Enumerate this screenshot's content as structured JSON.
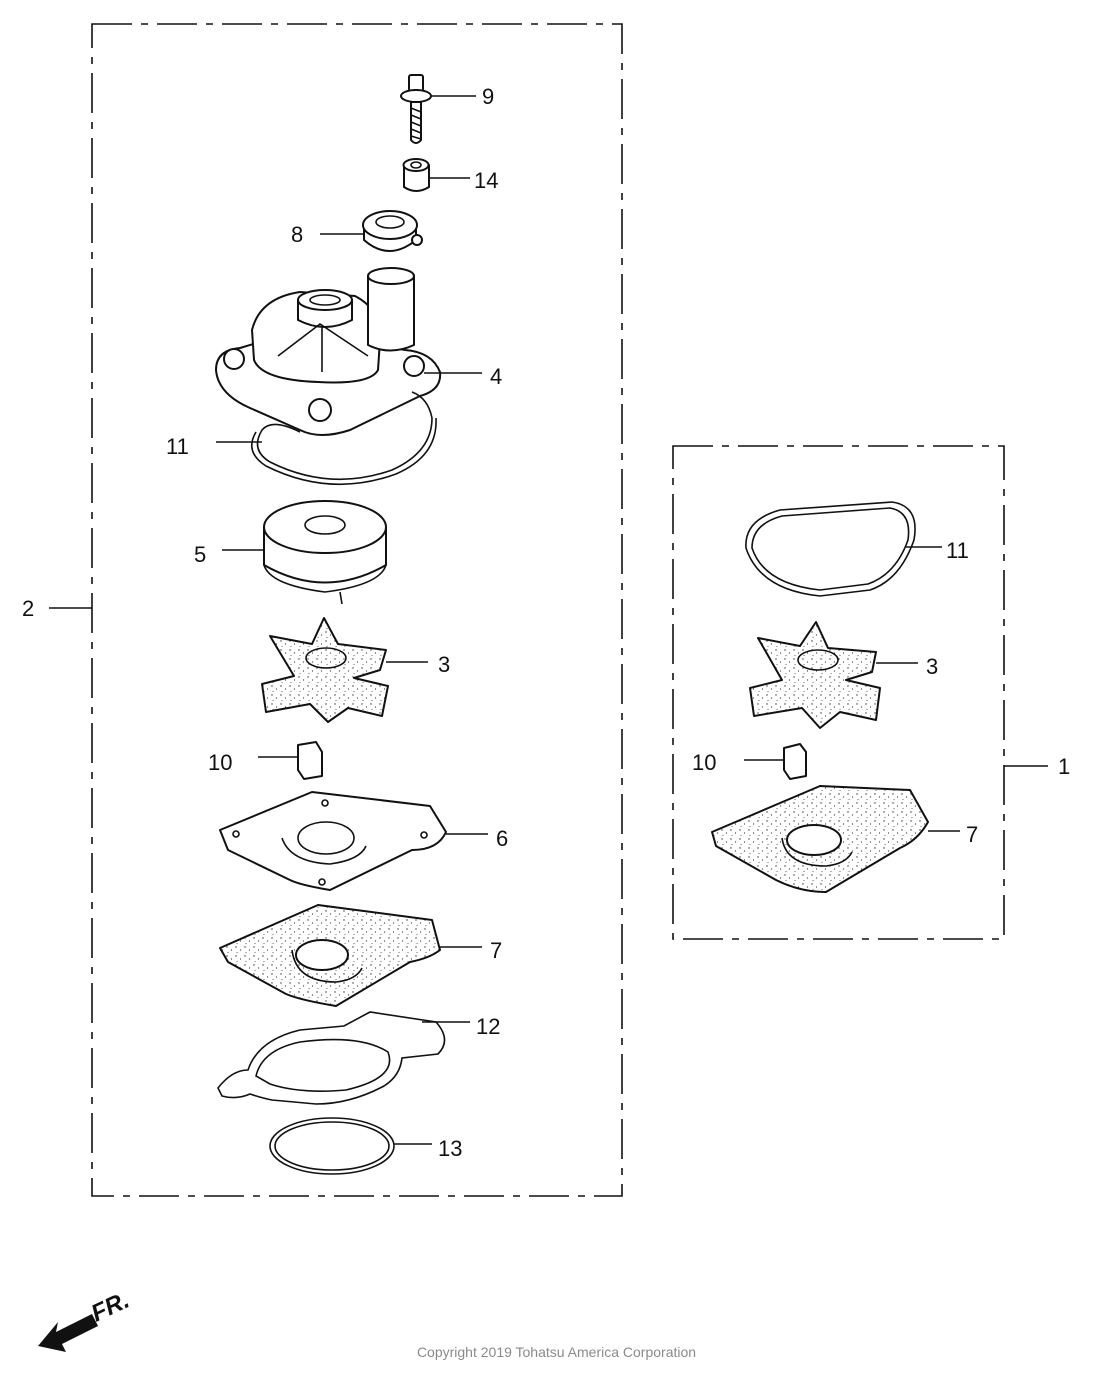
{
  "callouts": {
    "kit_main": "2",
    "kit_small": "1",
    "bolt": "9",
    "collar": "14",
    "grommet": "8",
    "housing": "4",
    "housing_oring": "11",
    "liner": "5",
    "impeller": "3",
    "key": "10",
    "plate": "6",
    "gasket": "7",
    "gasket_seal": "12",
    "oring_large": "13",
    "kit_oring": "11",
    "kit_impeller": "3",
    "kit_key": "10",
    "kit_gasket": "7"
  },
  "front_marker": "FR.",
  "copyright": "Copyright 2019 Tohatsu America Corporation"
}
